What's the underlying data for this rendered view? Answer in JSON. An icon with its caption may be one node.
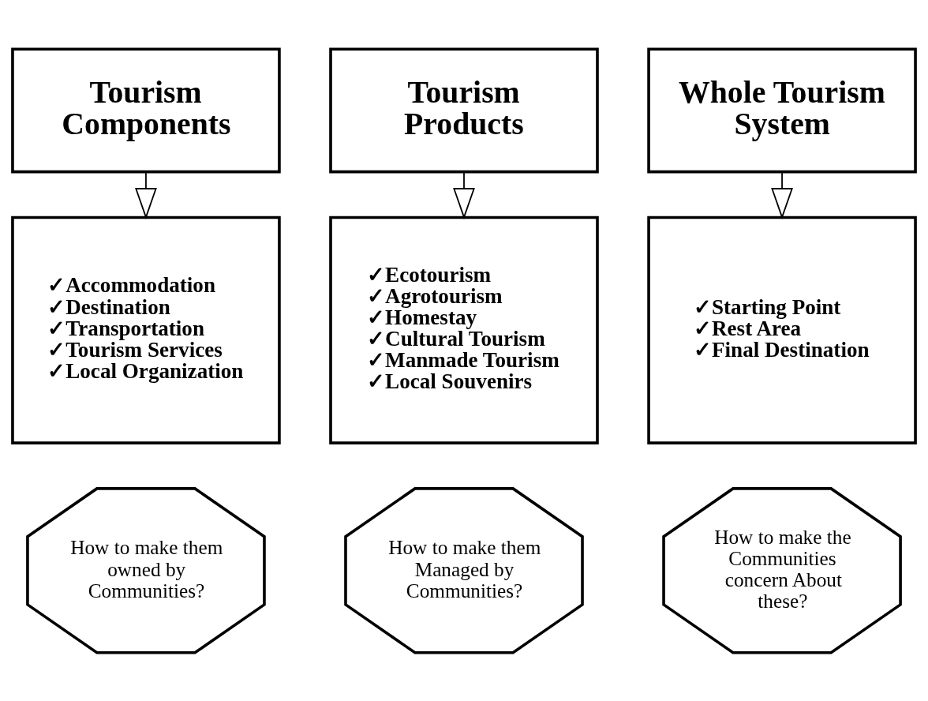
{
  "diagram": {
    "nodes": [
      {
        "text": [
          "Tourism Components"
        ]
      },
      {
        "text": [
          "Tourism Products"
        ]
      },
      {
        "text": [
          "Whole Tourism System"
        ]
      },
      {
        "text": [
          "✓Accommodation",
          "✓Destination",
          "✓Transportation",
          "✓Tourism Services",
          "✓Local Organization"
        ]
      },
      {
        "text": [
          "✓Ecotourism",
          "✓Agrotourism",
          "✓Homestay",
          "✓Cultural Tourism",
          "✓Manmade Tourism",
          "✓Local Souvenirs"
        ]
      },
      {
        "text": [
          "✓Starting Point",
          "✓Rest Area",
          "✓Final Destination"
        ]
      },
      {
        "text": [
          "How to make them owned by Communities?"
        ]
      },
      {
        "text": [
          "How to make them Managed by Communities?"
        ]
      },
      {
        "text": [
          "How to make the Communities concern About these?"
        ]
      }
    ],
    "edges": [
      {
        "from": 0,
        "to": 3,
        "arrow": "to"
      },
      {
        "from": 1,
        "to": 4,
        "arrow": "to"
      },
      {
        "from": 2,
        "to": 5,
        "arrow": "to"
      }
    ]
  }
}
